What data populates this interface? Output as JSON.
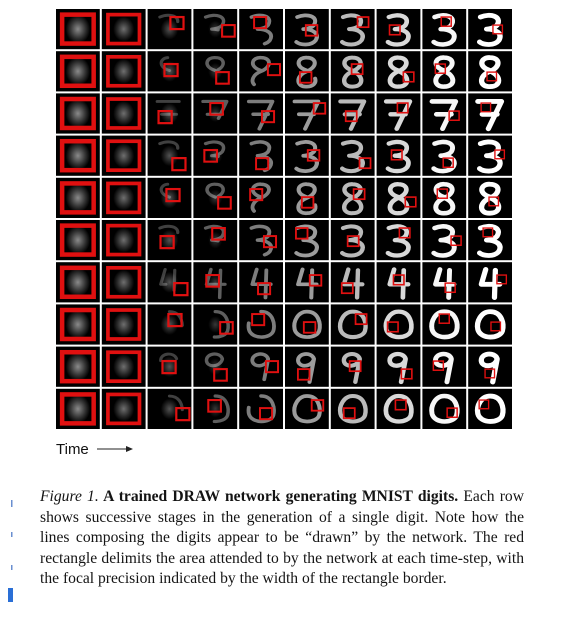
{
  "time_label": "Time",
  "caption": {
    "figure_label": "Figure 1.",
    "bold_text": " A trained DRAW network generating MNIST digits.",
    "body_text": " Each row shows successive stages in the generation of a single digit. Note how the lines composing the digits appear to be “drawn” by the network. The red rectangle delimits the area attended to by the network at each time-step, with the focal precision indicated by the width of the rectangle border."
  },
  "figure": {
    "rows": 10,
    "columns": 10,
    "row_digits": [
      "3",
      "8",
      "7",
      "3",
      "8",
      "3",
      "4",
      "0",
      "9",
      "0"
    ],
    "attention_color": "#e01010",
    "stroke_color": "#ffffff",
    "background_color": "#000000"
  },
  "colors": {
    "edge_accent": "#2a6fd6"
  }
}
